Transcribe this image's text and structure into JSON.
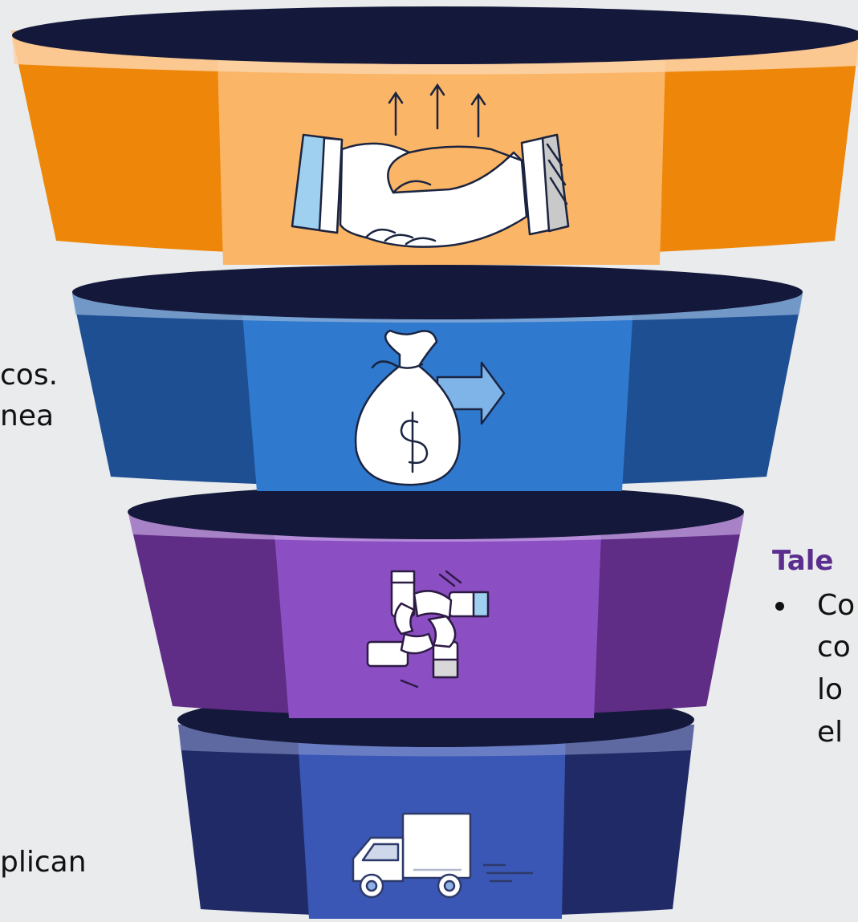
{
  "left_text": {
    "line1": "cos.",
    "line2": "nea",
    "line3": "plican"
  },
  "right_text": {
    "heading": "Tale",
    "line1": "Co",
    "line2": "co",
    "line3": "lo",
    "line4": "el"
  },
  "funnel": {
    "layers": [
      {
        "name": "orange",
        "icon": "handshake-icon",
        "outer": "#ee8709",
        "inner": "#fbb566",
        "rim": "#fcd3a8"
      },
      {
        "name": "blue",
        "icon": "money-bag-icon",
        "outer": "#1e4f93",
        "inner": "#2f79cf",
        "rim": "#8fb0d8"
      },
      {
        "name": "purple",
        "icon": "teamwork-hands-icon",
        "outer": "#5f2c86",
        "inner": "#8b4fc3",
        "rim": "#c7a7e2"
      },
      {
        "name": "navy",
        "icon": "truck-icon",
        "outer": "#1f2a66",
        "inner": "#3a57b5",
        "rim": "#8f9dd0"
      }
    ]
  }
}
